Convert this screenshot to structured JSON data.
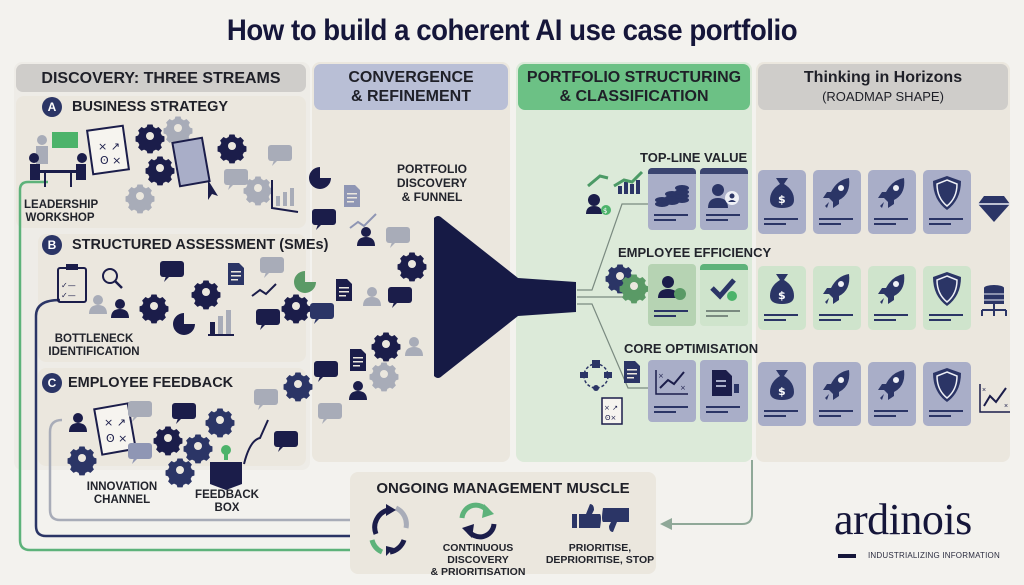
{
  "title": "How to build a coherent AI use case portfolio",
  "columns": {
    "discovery": {
      "header": "DISCOVERY: THREE STREAMS",
      "streams": [
        {
          "letter": "A",
          "title": "BUSINESS STRATEGY",
          "labels": [
            "LEADERSHIP",
            "WORKSHOP"
          ]
        },
        {
          "letter": "B",
          "title": "STRUCTURED ASSESSMENT (SMEs)",
          "labels": [
            "BOTTLENECK",
            "IDENTIFICATION"
          ]
        },
        {
          "letter": "C",
          "title": "EMPLOYEE FEEDBACK",
          "labels": [
            "INNOVATION",
            "CHANNEL",
            "FEEDBACK BOX"
          ]
        }
      ]
    },
    "convergence": {
      "header_line1": "CONVERGENCE",
      "header_line2": "& REFINEMENT",
      "funnel_label": [
        "PORTFOLIO",
        "DISCOVERY",
        "& FUNNEL"
      ]
    },
    "structuring": {
      "header_line1": "PORTFOLIO STRUCTURING",
      "header_line2": "& CLASSIFICATION",
      "categories": [
        "TOP-LINE VALUE",
        "EMPLOYEE EFFICIENCY",
        "CORE OPTIMISATION"
      ]
    },
    "horizons": {
      "header_line1": "Thinking in Horizons",
      "header_line2": "(ROADMAP SHAPE)",
      "rows": [
        {
          "icons": [
            "money-bag",
            "rocket",
            "rocket",
            "shield"
          ],
          "end_icon": "diamond"
        },
        {
          "icons": [
            "money-bag",
            "rocket",
            "rocket",
            "shield"
          ],
          "end_icon": "database-network"
        },
        {
          "icons": [
            "money-bag",
            "rocket",
            "rocket",
            "shield"
          ],
          "end_icon": "trend-chart"
        }
      ]
    }
  },
  "management": {
    "title": "ONGOING MANAGEMENT MUSCLE",
    "items": [
      {
        "line1": "CONTINUOUS DISCOVERY",
        "line2": "& PRIORITISATION"
      },
      {
        "line1": "PRIORITISE,",
        "line2": "DEPRIORITISE, STOP"
      }
    ]
  },
  "brand": {
    "name": "ardinois",
    "tagline": "INDUSTRIALIZING INFORMATION"
  },
  "colors": {
    "navy": "#1b1d4a",
    "slate": "#2b3566",
    "green": "#5db27a",
    "header_green": "#6cc185",
    "header_blue": "#b9bfd6",
    "header_gray": "#cfcdca"
  }
}
